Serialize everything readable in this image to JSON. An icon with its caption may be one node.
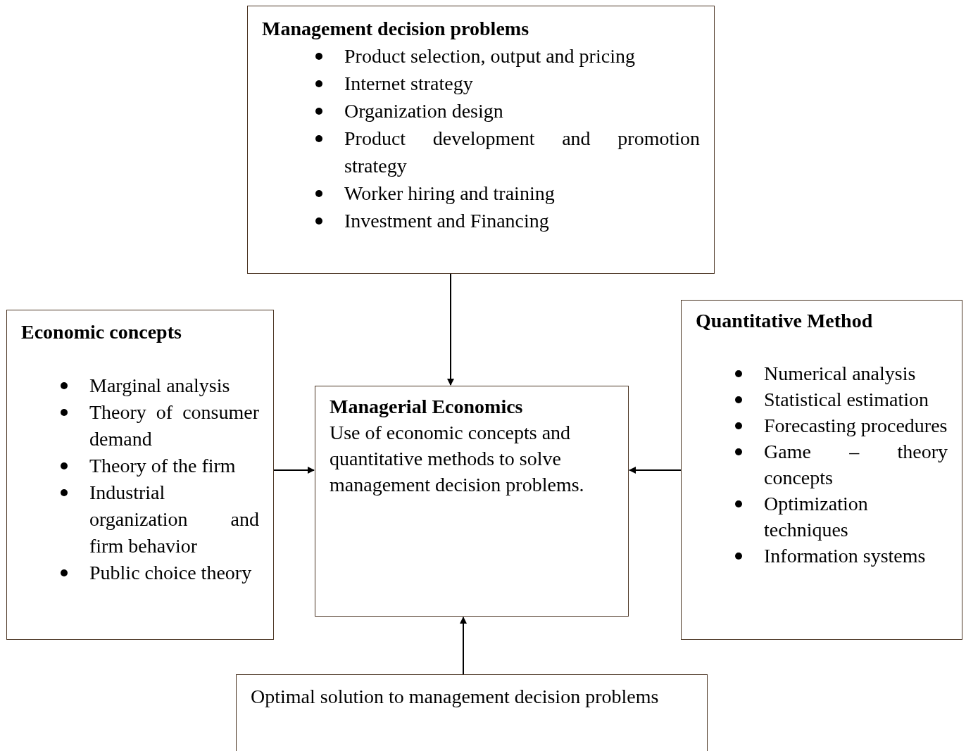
{
  "diagram": {
    "nodes": [
      {
        "text": [
          "Management decision problems",
          "Product selection, output and pricing",
          "Internet strategy",
          "Organization design",
          "Product development and promotion strategy",
          "Worker hiring and training",
          "Investment and Financing"
        ]
      },
      {
        "text": [
          "Economic concepts",
          "Marginal analysis",
          "Theory of consumer demand",
          "Theory of the firm",
          "Industrial organization and firm behavior",
          "Public choice theory"
        ]
      },
      {
        "text": [
          "Managerial Economics",
          "Use of economic concepts and quantitative methods to solve management decision problems."
        ]
      },
      {
        "text": [
          "Quantitative Method",
          "Numerical analysis",
          "Statistical estimation",
          "Forecasting procedures",
          "Game – theory concepts",
          "Optimization techniques",
          "Information systems"
        ]
      },
      {
        "text": [
          "Optimal solution to management decision problems"
        ]
      }
    ],
    "edges": [
      {
        "from": 0,
        "to": 2,
        "arrow": "to"
      },
      {
        "from": 1,
        "to": 2,
        "arrow": "to"
      },
      {
        "from": 3,
        "to": 2,
        "arrow": "to"
      },
      {
        "from": 4,
        "to": 2,
        "arrow": "to"
      }
    ]
  }
}
